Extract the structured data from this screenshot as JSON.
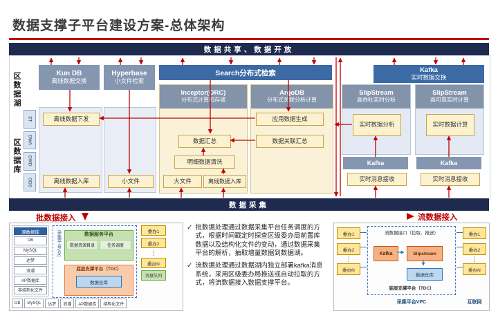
{
  "title": "数据支撑子平台建设方案-总体架构",
  "banners": {
    "share": "数据共享、数据开放",
    "collect": "数据采集"
  },
  "rail": {
    "lake": "区数据湖",
    "db": "区数据库",
    "layers": [
      "ST",
      "DWA",
      "DWD",
      "ODS"
    ]
  },
  "arch": {
    "kundb_title": "Kun DB",
    "kundb_sub": "离线数据交换",
    "hyperbase_title": "Hyperbase",
    "hyperbase_sub": "小文件检索",
    "search": "Search分布式检索",
    "kafka_title": "Kafka",
    "kafka_sub": "实时数据交换",
    "inceptor_title": "Inceptor(ORC)",
    "inceptor_sub": "分布式计算和存储",
    "argodb_title": "ArgoDB",
    "argodb_sub": "分布式关联分析计算",
    "ss_left_title": "SlipStream",
    "ss_left_sub": "高吞吐实时分析",
    "ss_right_title": "SlipStream",
    "ss_right_sub": "高可靠实时计算",
    "offline_send": "离线数据下发",
    "offline_in_left": "离线数据入库",
    "small_file": "小文件",
    "big_file": "大文件",
    "offline_in_mid": "离线数据入库",
    "data_sum": "数据汇总",
    "detail_clean": "明细数据清洗",
    "app_gen": "应用数据生成",
    "join_sum": "数据关联汇总",
    "rt_analysis": "实时数据分析",
    "rt_compute": "实时数据计算",
    "kafka_left": "Kafka",
    "kafka_right": "Kafka",
    "msg_recv_left": "实时消息接收",
    "msg_recv_right": "实时消息接收"
  },
  "misc": {
    "dots": "⋮",
    "check": "✓"
  },
  "batch": {
    "label": "批数据接入",
    "source_header": "源数据库",
    "sources": [
      "DB",
      "MySQL",
      "达梦",
      "浪潮",
      "AP数据库",
      "非结构化文件"
    ],
    "vpc_label": "采集平台VPC",
    "service_title": "数据服务平台",
    "service_items": [
      "数据资源目录",
      "任务调度"
    ],
    "tdc_title": "底层支撑平台（TDC）",
    "tdc_inner": "数据仓库",
    "offices": [
      "委办1",
      "委办2",
      "委办N"
    ],
    "queue": "消息队列",
    "bottom_row": [
      "DB",
      "MySQL",
      "达梦",
      "浪潮",
      "AP数据库",
      "结构化文件"
    ]
  },
  "notes": [
    "批数据处理通过数据采集平台任务调度的方式，根据时间戳定时探查区级委办局前置库数据以及结构化文件的变动，通过数据采集平台的解析，抽取增量数据到数据湖。",
    "流数据处理通过数据湖内独立部署kafka消息系统，采用区级委办局推送或自动拉取的方式，将流数据接入数据支撑平台。"
  ],
  "stream": {
    "label": "流数据接入",
    "api_label": "流数据接口（拉取、推送）",
    "kafka": "Kafka",
    "slipstream": "Slipstream",
    "warehouse": "数据仓库",
    "tdc_label": "底层支撑平台（TDC）",
    "offices_left": [
      "委办1",
      "委办2",
      "委办N"
    ],
    "offices_right": [
      "委办1",
      "委办2",
      "委办N"
    ],
    "caption_vpc": "采集平台VPC",
    "caption_internet": "互联网"
  },
  "colors": {
    "accent_red": "#c00000",
    "navy": "#1e2b4e",
    "steel_blue": "#3b6aa5",
    "header_gray": "#8496b0",
    "cream_panel": "#f9f1d8",
    "process_yellow": "#fcf2cf",
    "office_yellow": "#ffe699",
    "orange": "#f4b183"
  }
}
